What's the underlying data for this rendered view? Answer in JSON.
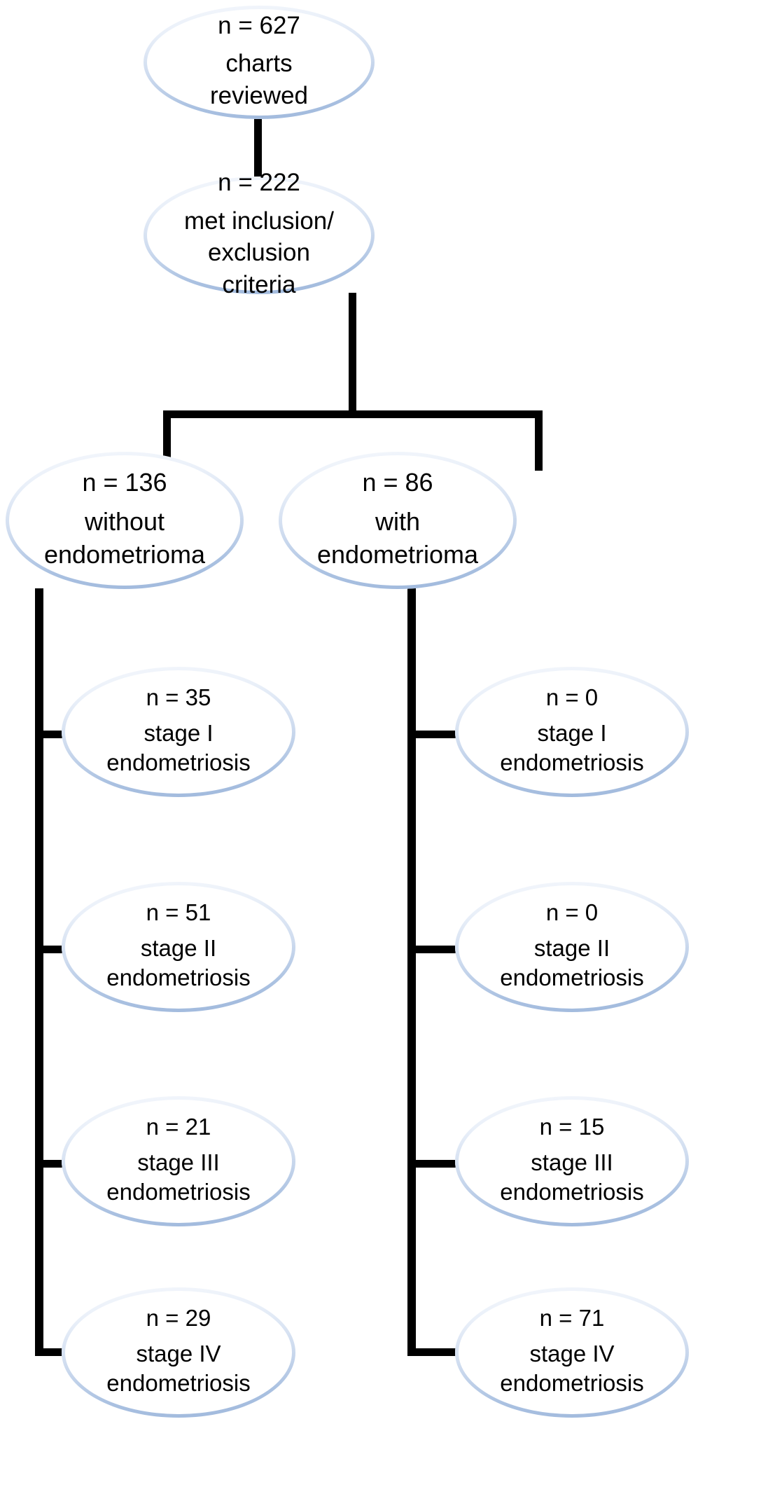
{
  "diagram": {
    "type": "flowchart",
    "title": "Endometriosis chart-review cohort flow diagram",
    "style": {
      "node_shape": "ellipse",
      "node_fill": "#ffffff",
      "node_border_top": "#eef3fa",
      "node_border_bottom": "#a3bbde",
      "connector_color": "#000000",
      "text_color": "#000000",
      "background": "#ffffff"
    },
    "nodes": {
      "root": {
        "id": "charts-reviewed",
        "count_label": "n = 627",
        "count_value": 627,
        "text": "charts\nreviewed"
      },
      "eligible": {
        "id": "met-criteria",
        "count_label": "n = 222",
        "count_value": 222,
        "text": "met inclusion/\nexclusion\ncriteria"
      },
      "groups": [
        {
          "id": "without-endometrioma",
          "count_label": "n = 136",
          "count_value": 136,
          "text": "without\nendometrioma"
        },
        {
          "id": "with-endometrioma",
          "count_label": "n = 86",
          "count_value": 86,
          "text": "with\nendometrioma"
        }
      ],
      "stages_left": [
        {
          "id": "left-stage-1",
          "count_label": "n = 35",
          "count_value": 35,
          "text": "stage I\nendometriosis"
        },
        {
          "id": "left-stage-2",
          "count_label": "n = 51",
          "count_value": 51,
          "text": "stage II\nendometriosis"
        },
        {
          "id": "left-stage-3",
          "count_label": "n = 21",
          "count_value": 21,
          "text": "stage III\nendometriosis"
        },
        {
          "id": "left-stage-4",
          "count_label": "n = 29",
          "count_value": 29,
          "text": "stage IV\nendometriosis"
        }
      ],
      "stages_right": [
        {
          "id": "right-stage-1",
          "count_label": "n = 0",
          "count_value": 0,
          "text": "stage I\nendometriosis"
        },
        {
          "id": "right-stage-2",
          "count_label": "n = 0",
          "count_value": 0,
          "text": "stage II\nendometriosis"
        },
        {
          "id": "right-stage-3",
          "count_label": "n = 15",
          "count_value": 15,
          "text": "stage III\nendometriosis"
        },
        {
          "id": "right-stage-4",
          "count_label": "n = 71",
          "count_value": 71,
          "text": "stage IV\nendometriosis"
        }
      ]
    }
  }
}
